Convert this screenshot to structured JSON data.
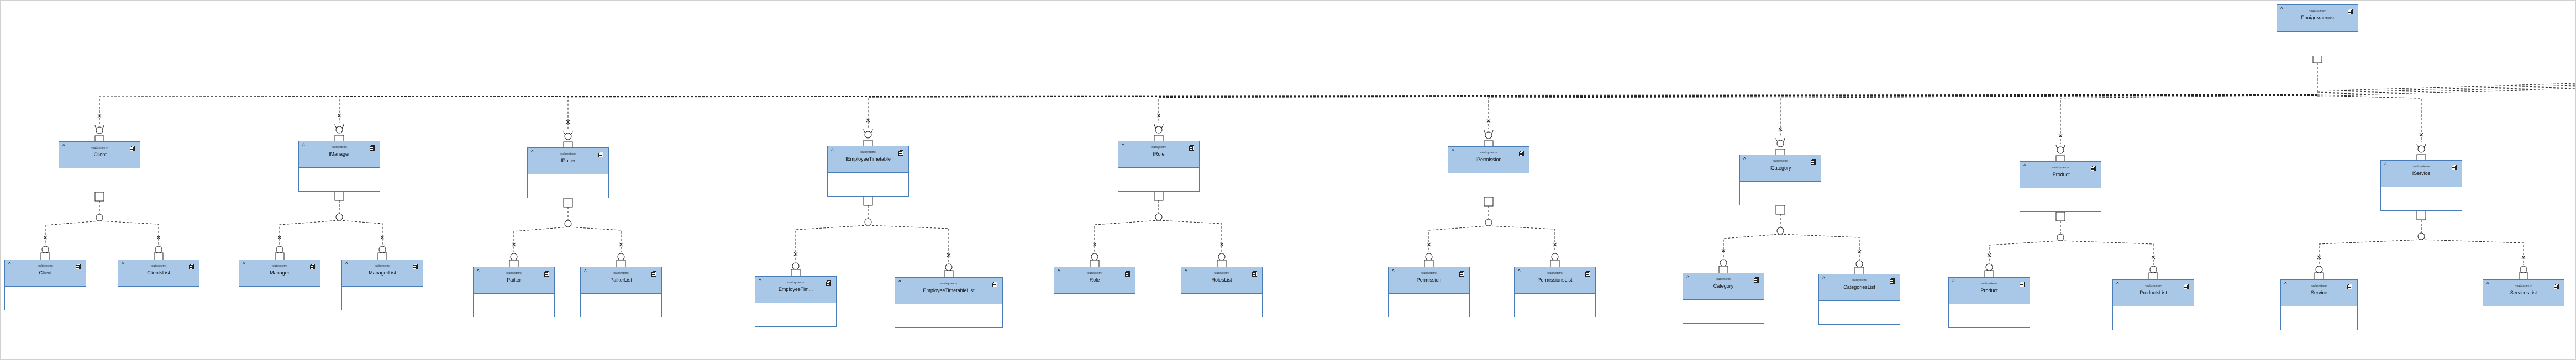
{
  "stereotype": "«subsystem»",
  "top_component": {
    "name": "Повідомлення"
  },
  "groups": [
    {
      "interface": "IClient",
      "left": "Client",
      "right": "ClientsList"
    },
    {
      "interface": "IManager",
      "left": "Manager",
      "right": "ManagerList"
    },
    {
      "interface": "IPalter",
      "left": "Pailter",
      "right": "PailterList"
    },
    {
      "interface": "IEmployeeTimetable",
      "left": "EmployeeTim...",
      "right": "EmployeeTimetableList"
    },
    {
      "interface": "IRole",
      "left": "Role",
      "right": "RolesList"
    },
    {
      "interface": "IPermission",
      "left": "Permission",
      "right": "PermissionsList"
    },
    {
      "interface": "ICategory",
      "left": "Category",
      "right": "CategoriesList"
    },
    {
      "interface": "IProduct",
      "left": "Product",
      "right": "ProductsList"
    },
    {
      "interface": "IService",
      "left": "Service",
      "right": "ServicesList"
    }
  ]
}
